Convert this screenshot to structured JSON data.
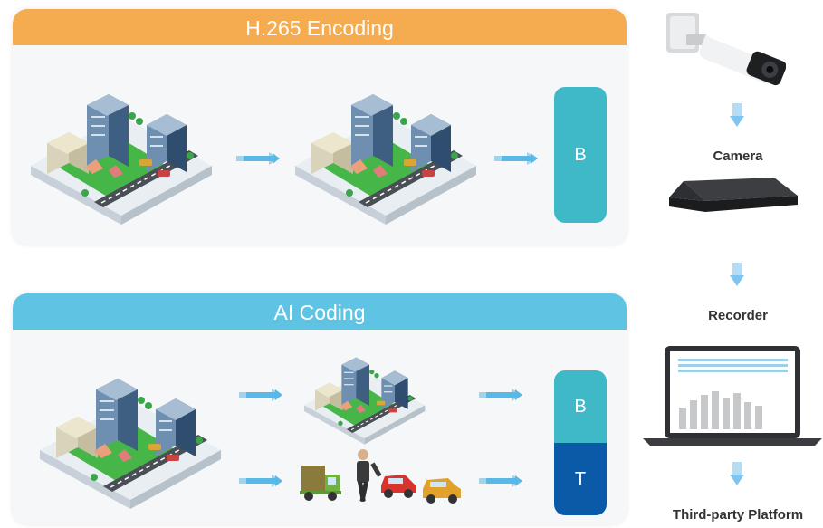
{
  "h265_panel": {
    "title": "H.265 Encoding",
    "frame_label": "B"
  },
  "ai_panel": {
    "title": "AI Coding",
    "frame_b_label": "B",
    "frame_t_label": "T"
  },
  "devices": {
    "camera_label": "Camera",
    "recorder_label": "Recorder",
    "platform_label": "Third-party Platform"
  },
  "colors": {
    "h265_header": "#f5ab4f",
    "ai_header": "#5fc3e4",
    "frame_b": "#3fb8c8",
    "frame_t": "#0b5aa7",
    "arrow": "#5ab8e6"
  }
}
